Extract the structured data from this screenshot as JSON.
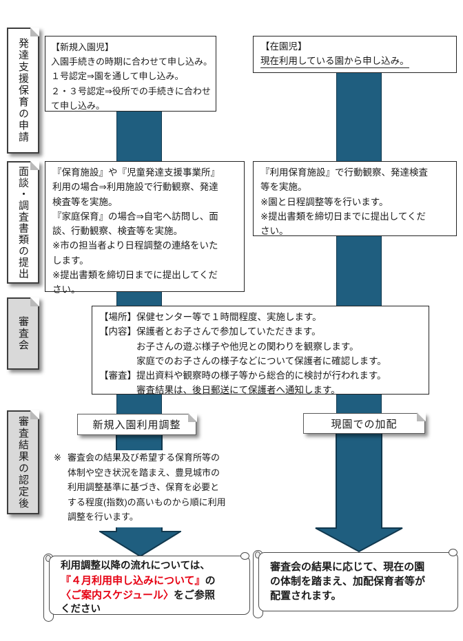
{
  "colors": {
    "arrow_fill": "#1f5e7f",
    "arrow_border": "#11384e",
    "accent_red": "#e60012",
    "tag_gray": "#d9d9d9"
  },
  "sidebar": {
    "items": [
      {
        "label": "発達支援保育の申請"
      },
      {
        "label": "面談・調査書類の提出"
      },
      {
        "label": "審査会"
      },
      {
        "label": "審査結果の認定後"
      }
    ]
  },
  "columns": {
    "new": {
      "box1": {
        "lines": [
          "【新規入園児】",
          "入園手続きの時期に合わせて申し込み。",
          "１号認定⇒園を通して申し込み。",
          "２・３号認定⇒役所での手続きに合わせて申し込み。"
        ]
      },
      "box2": {
        "paragraphs": [
          "『保育施設』や『児童発達支援事業所』利用の場合⇒利用施設で行動観察、発達検査等を実施。",
          "『家庭保育』の場合⇒自宅へ訪問し、面談、行動観察、検査等を実施。",
          "※市の担当者より日程調整の連絡をいたします。",
          "※提出書類を締切日までに提出してください。"
        ]
      },
      "tag": "新規入園利用調整",
      "note_marker": "※",
      "note": "審査会の結果及び希望する保育所等の体制や空き状況を踏まえ、豊見城市の利用調整基準に基づき、保育を必要とする程度(指数)の高いものから順に利用調整を行います。",
      "scroll": {
        "line1": "利用調整以降の流れについては、",
        "line2_red": "『４月利用申し込みについて』",
        "line2_black": "の",
        "line3_red": "〈ご案内スケジュール〉",
        "line3_black": "をご参照",
        "line4": "ください"
      }
    },
    "current": {
      "box1": {
        "title": "【在園児】",
        "underlined": "現在利用している園から申し込み。"
      },
      "box2": {
        "paragraphs": [
          "『利用保育施設』で行動観察、発達検査等を実施。",
          "※園と日程調整等を行います。",
          "※提出書類を締切日までに提出してください。"
        ]
      },
      "tag": "現園での加配",
      "scroll": "審査会の結果に応じて、現在の園の体制を踏まえ、加配保育者等が配置されます。"
    }
  },
  "review": {
    "lines": [
      "【場所】保健センター等で１時間程度、実施します。",
      "【内容】保護者とお子さんで参加していただきます。",
      "お子さんの遊ぶ様子や他児との関わりを観察します。",
      "家庭でのお子さんの様子などについて保護者に確認します。",
      "【審査】提出資料や観察時の様子等から総合的に検討が行われます。",
      "審査結果は、後日郵送にて保護者へ通知します。"
    ]
  }
}
